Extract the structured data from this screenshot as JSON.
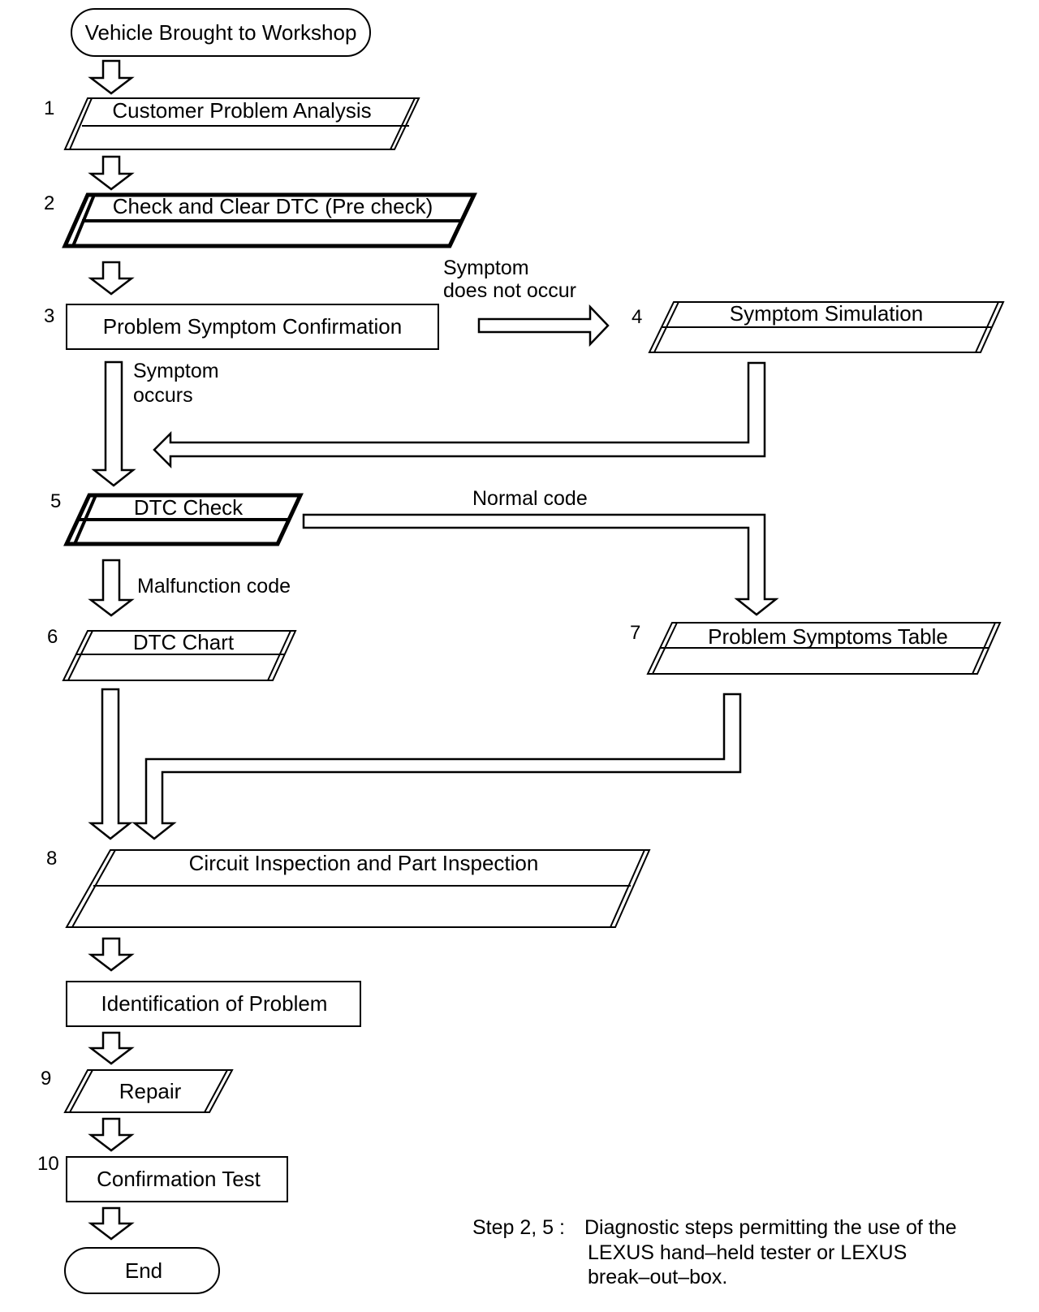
{
  "colors": {
    "stroke": "#000000",
    "fill": "#ffffff"
  },
  "start": {
    "label": "Vehicle Brought to Workshop"
  },
  "steps": [
    {
      "number": "1",
      "label": "Customer Problem Analysis"
    },
    {
      "number": "2",
      "label": "Check and Clear DTC (Pre check)"
    },
    {
      "number": "3",
      "label": "Problem Symptom Confirmation"
    },
    {
      "number": "4",
      "label": "Symptom Simulation"
    },
    {
      "number": "5",
      "label": "DTC Check"
    },
    {
      "number": "6",
      "label": "DTC Chart"
    },
    {
      "number": "7",
      "label": "Problem Symptoms Table"
    },
    {
      "number": "8",
      "label": "Circuit Inspection and Part Inspection"
    },
    {
      "number": "",
      "label": "Identification of Problem"
    },
    {
      "number": "9",
      "label": "Repair"
    },
    {
      "number": "10",
      "label": "Confirmation Test"
    }
  ],
  "end": {
    "label": "End"
  },
  "edge_labels": {
    "not_occur_line1": "Symptom",
    "not_occur_line2": "does not occur",
    "occurs_line1": "Symptom",
    "occurs_line2": "occurs",
    "normal_code": "Normal code",
    "malfunction_code": "Malfunction code"
  },
  "note": {
    "prefix": "Step 2, 5 :",
    "line1": "Diagnostic steps permitting the use of the",
    "line2": "LEXUS hand–held tester or LEXUS",
    "line3": "break–out–box."
  }
}
